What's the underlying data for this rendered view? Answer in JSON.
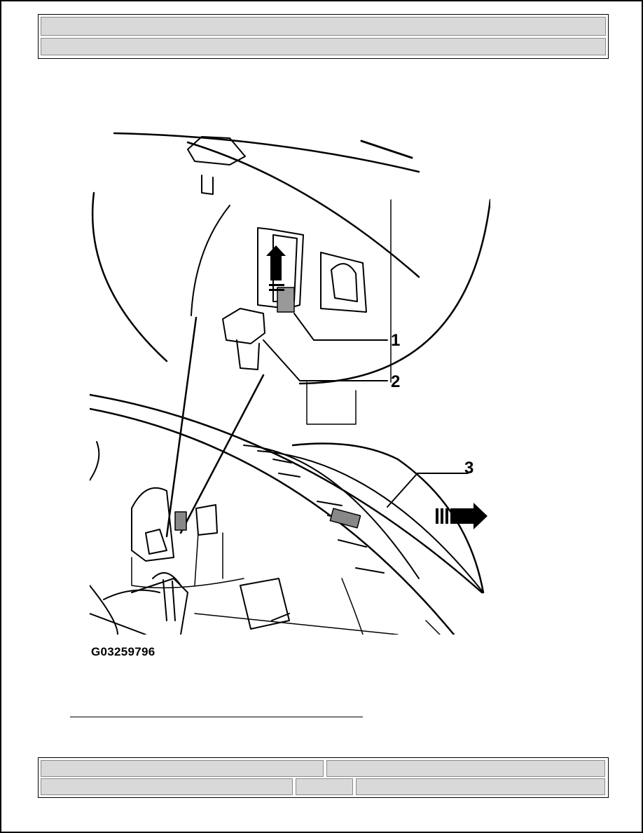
{
  "header": {
    "row1": "",
    "row2": ""
  },
  "figure": {
    "callouts": [
      "1",
      "2",
      "3"
    ],
    "caption": "G03259796",
    "icons": [
      "direction-arrow-icon",
      "upward-arrow-icon"
    ]
  },
  "footer": {
    "cells": [
      "",
      "",
      "",
      "",
      ""
    ]
  }
}
